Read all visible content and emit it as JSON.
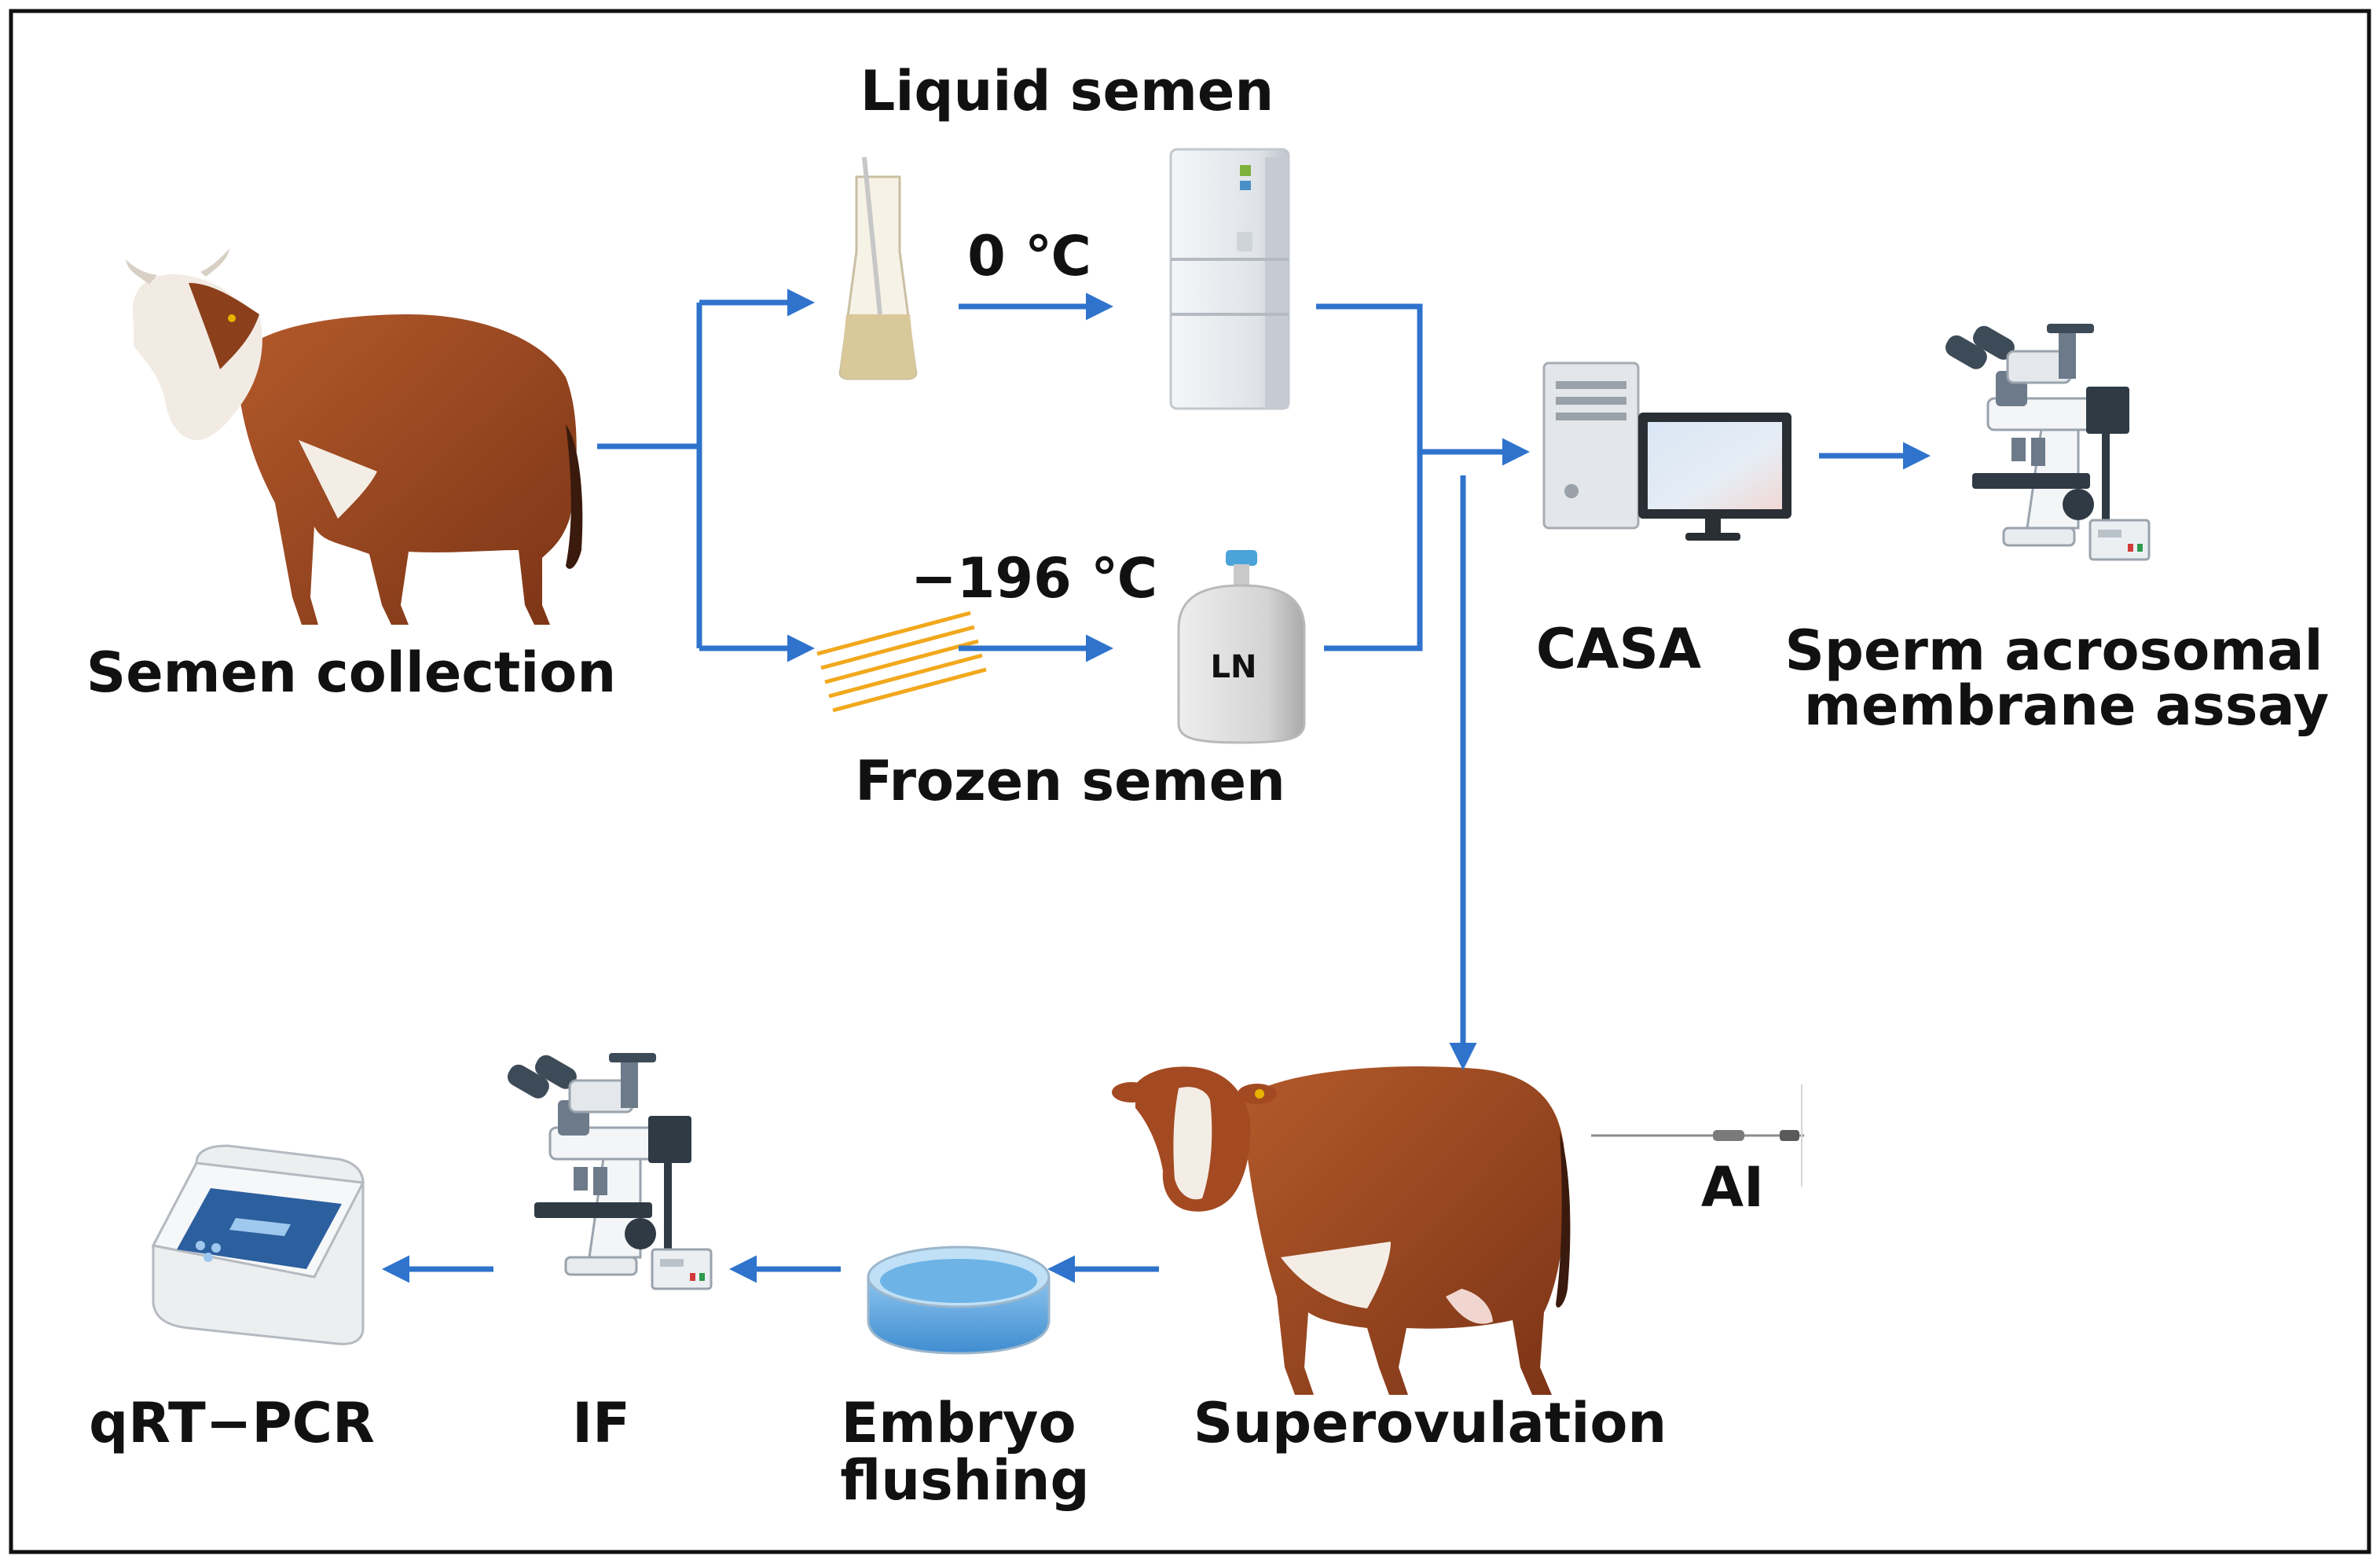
{
  "labels": {
    "liquid_semen": "Liquid semen",
    "frozen_semen": "Frozen semen",
    "semen_collection": "Semen collection",
    "temp_liquid": "0 ℃",
    "temp_frozen": "−196 ℃",
    "ln_tank": "LN",
    "casa": "CASA",
    "acrosome_line1": "Sperm acrosomal",
    "acrosome_line2": "membrane assay",
    "ai": "AI",
    "superovulation": "Superovulation",
    "embryo_line1": "Embryo",
    "embryo_line2": "flushing",
    "if": "IF",
    "qrtpcr": "qRT−PCR"
  },
  "colors": {
    "arrow": "#2f73cc",
    "frame": "#111111",
    "bull_coat": "#9b4a22",
    "cow_coat": "#a8461e",
    "straws": "#f2a81d",
    "dish_liquid": "#5fa8e0"
  },
  "icons": [
    "bull-image",
    "flask-icon",
    "refrigerator-icon",
    "straws-icon",
    "liquid-nitrogen-tank-icon",
    "computer-icon",
    "microscope-icon",
    "cow-image",
    "ai-catheter-icon",
    "petri-dish-icon",
    "pcr-machine-icon"
  ]
}
